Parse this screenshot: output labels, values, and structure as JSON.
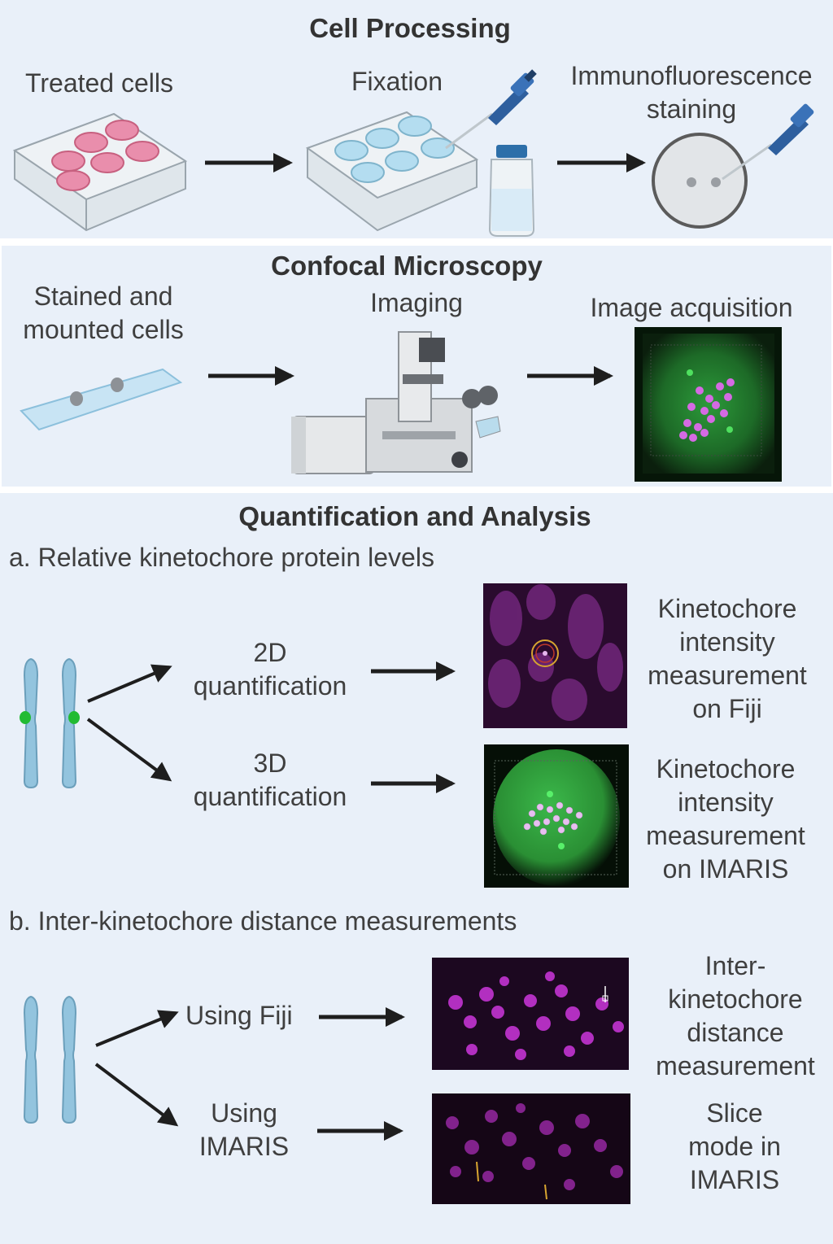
{
  "sections": {
    "cell_processing": {
      "title": "Cell Processing",
      "steps": [
        "Treated cells",
        "Fixation",
        "Immunofluorescence",
        "staining"
      ]
    },
    "confocal": {
      "title": "Confocal Microscopy",
      "steps": [
        "Stained and",
        "mounted cells",
        "Imaging",
        "Image acquisition"
      ]
    },
    "quant": {
      "title": "Quantification and Analysis",
      "a": {
        "heading": "a. Relative kinetochore protein levels",
        "q2d": [
          "2D",
          "quantification"
        ],
        "q3d": [
          "3D",
          "quantification"
        ],
        "fiji_desc": [
          "Kinetochore",
          "intensity",
          "measurement",
          "on Fiji"
        ],
        "imaris_desc": [
          "Kinetochore",
          "intensity",
          "measurement",
          "on IMARIS"
        ]
      },
      "b": {
        "heading": "b. Inter-kinetochore distance measurements",
        "fiji": "Using Fiji",
        "imaris": [
          "Using",
          "IMARIS"
        ],
        "fiji_desc": [
          "Inter-",
          "kinetochore",
          "distance",
          "measurement"
        ],
        "imaris_desc": [
          "Slice",
          "mode in",
          "IMARIS"
        ]
      }
    }
  },
  "colors": {
    "panel": "#e9f0f9",
    "arrow": "#1e1e1e",
    "chromosome": "#93c4de",
    "kinetochore_green": "#22bb33",
    "magenta": "#c23ad0",
    "plate_pink": "#e88aa8",
    "plate_blue": "#a8d6ee"
  }
}
